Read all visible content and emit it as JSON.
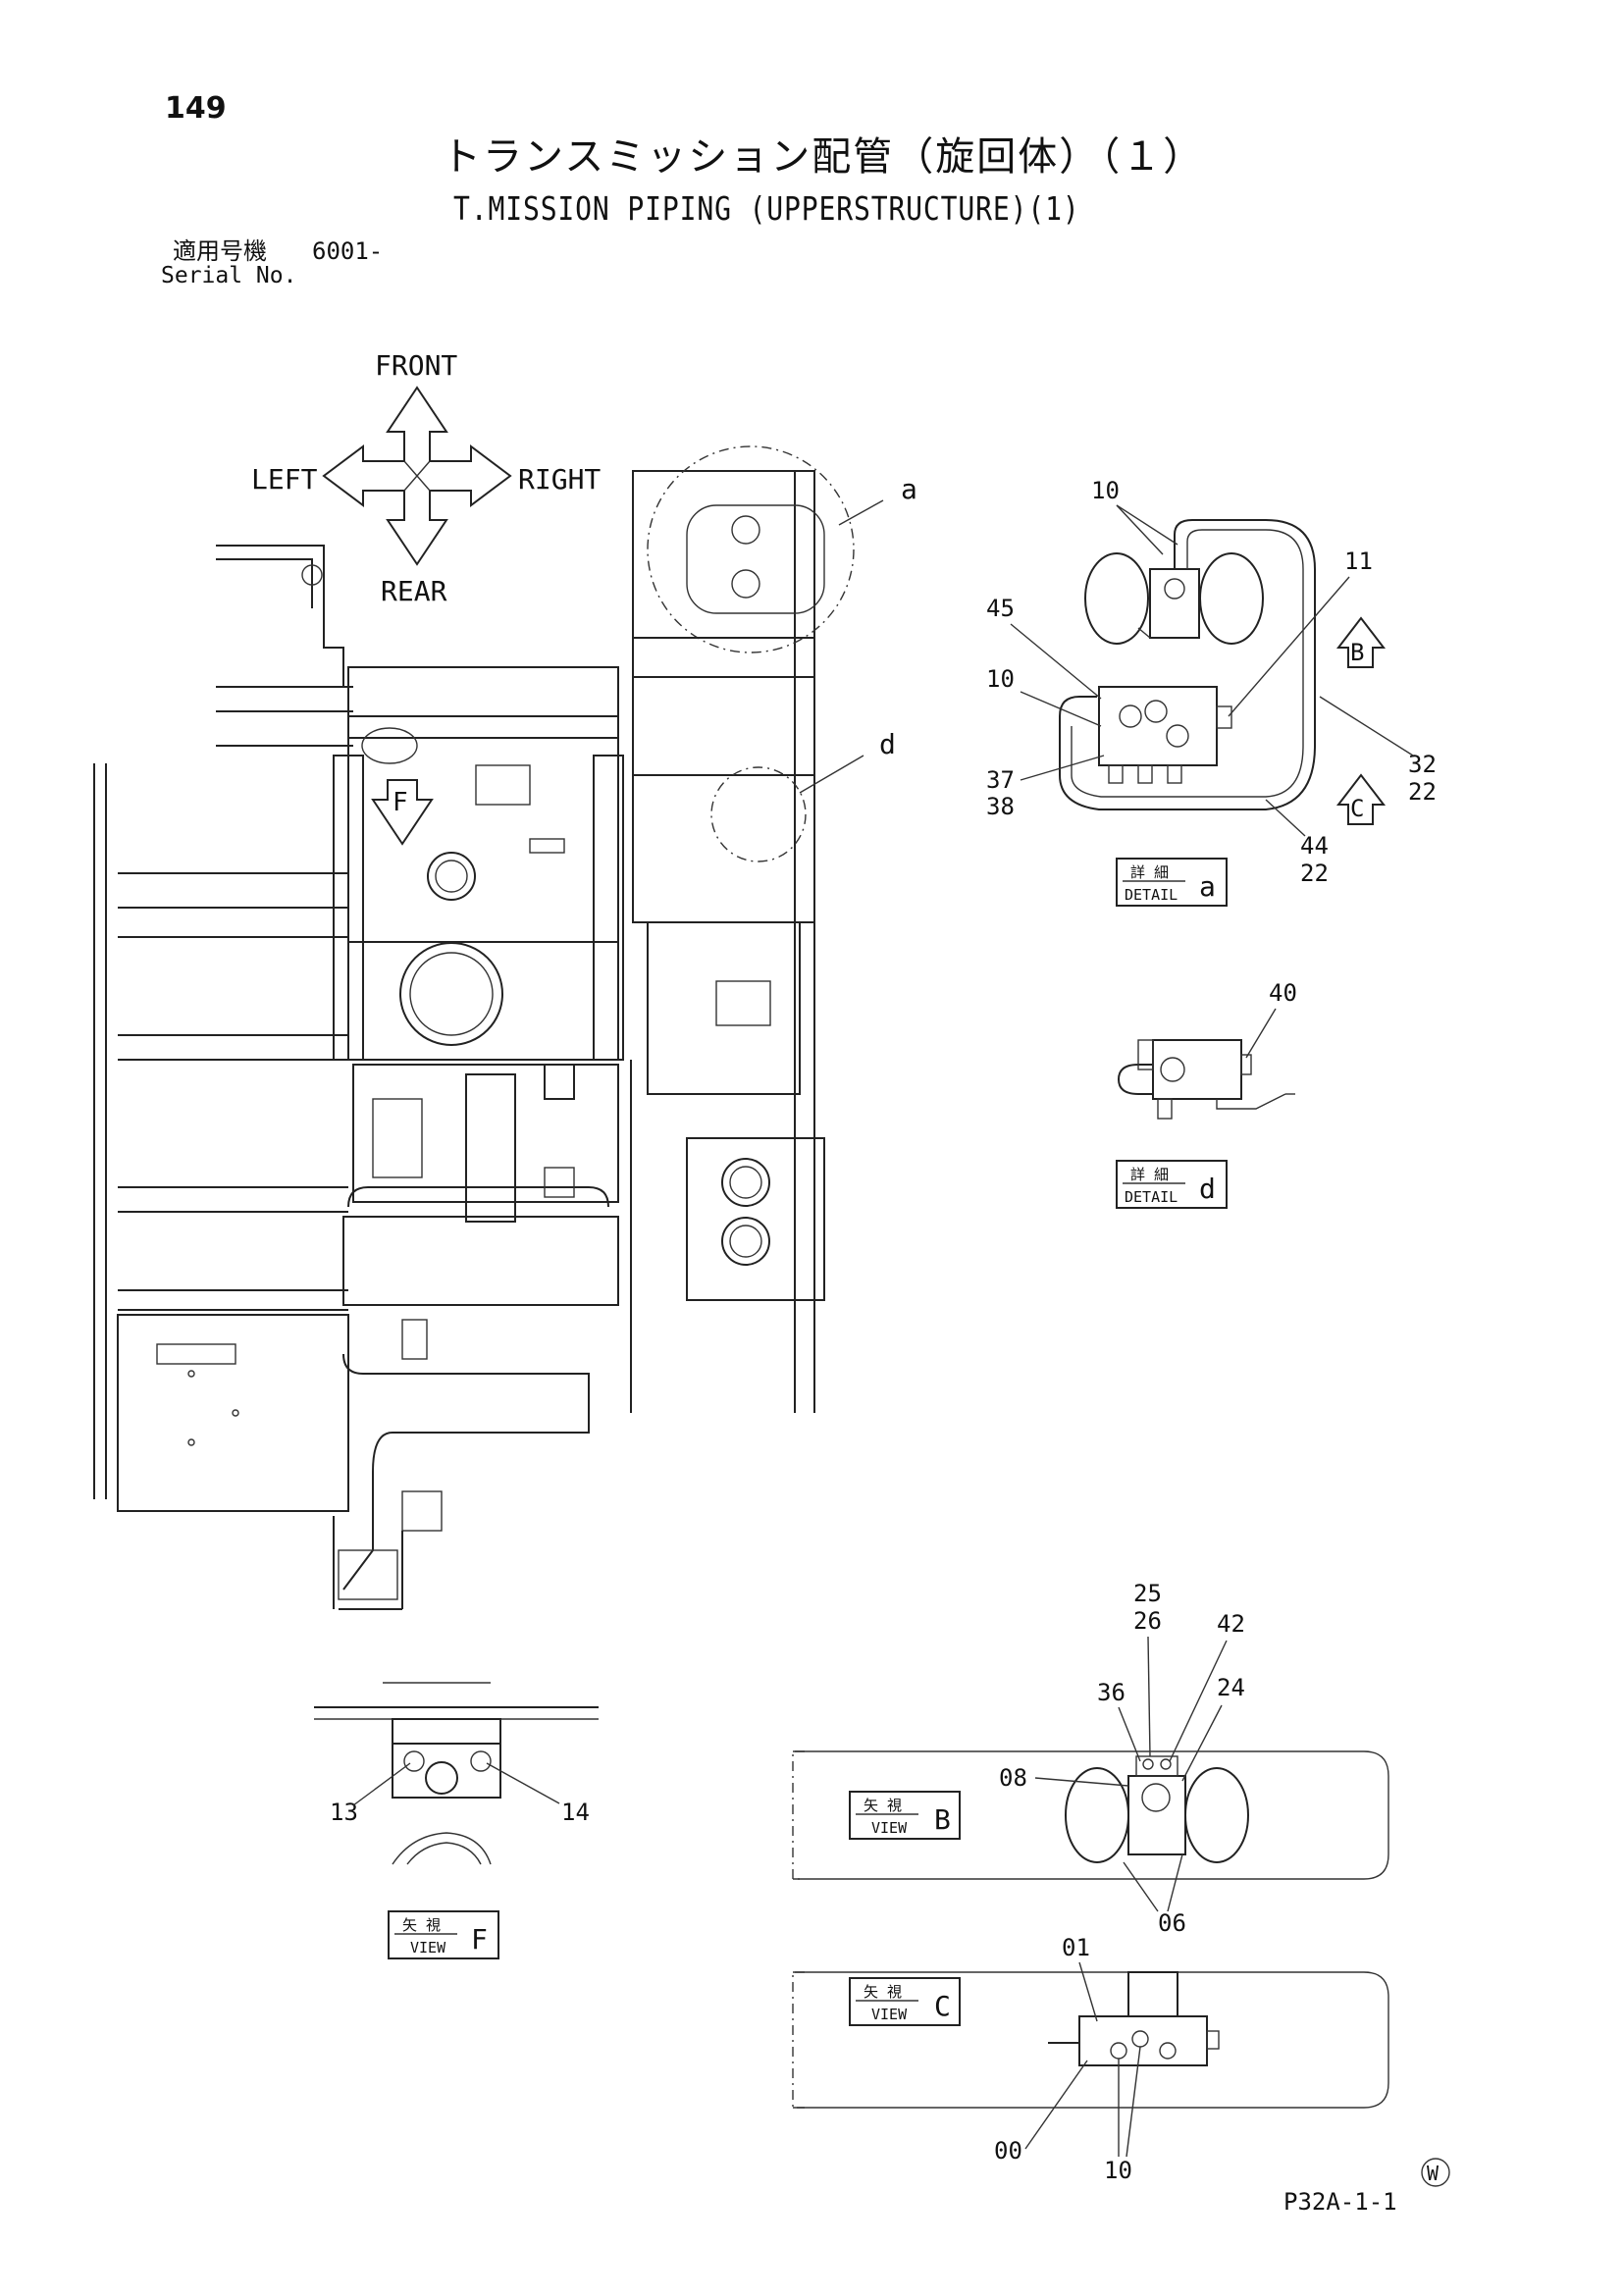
{
  "page_number": "149",
  "title_jp": "トランスミッション配管（旋回体）（１）",
  "title_en": "T.MISSION PIPING (UPPERSTRUCTURE)(1)",
  "serial": {
    "label_jp": "適用号機",
    "value": "6001-",
    "label_en": "Serial No."
  },
  "direction": {
    "front": "FRONT",
    "rear": "REAR",
    "left": "LEFT",
    "right": "RIGHT"
  },
  "main_view": {
    "detail_callouts": [
      "a",
      "d"
    ],
    "arrow_markers": [
      "F"
    ]
  },
  "detail_a": {
    "label_jp": "詳 細",
    "label_en": "DETAIL",
    "letter": "a",
    "arrow_markers": [
      "B",
      "C"
    ],
    "part_numbers": [
      "10",
      "11",
      "45",
      "10",
      "37",
      "38",
      "32",
      "22",
      "44",
      "22"
    ]
  },
  "detail_d": {
    "label_jp": "詳 細",
    "label_en": "DETAIL",
    "letter": "d",
    "part_numbers": [
      "40"
    ]
  },
  "view_f": {
    "label_jp": "矢 視",
    "label_en": "VIEW",
    "letter": "F",
    "part_numbers": [
      "13",
      "14"
    ]
  },
  "view_b": {
    "label_jp": "矢 視",
    "label_en": "VIEW",
    "letter": "B",
    "part_numbers": [
      "25",
      "26",
      "42",
      "36",
      "24",
      "08",
      "06"
    ]
  },
  "view_c": {
    "label_jp": "矢 視",
    "label_en": "VIEW",
    "letter": "C",
    "part_numbers": [
      "01",
      "00",
      "10"
    ]
  },
  "watermark": "W",
  "page_code": "P32A-1-1"
}
